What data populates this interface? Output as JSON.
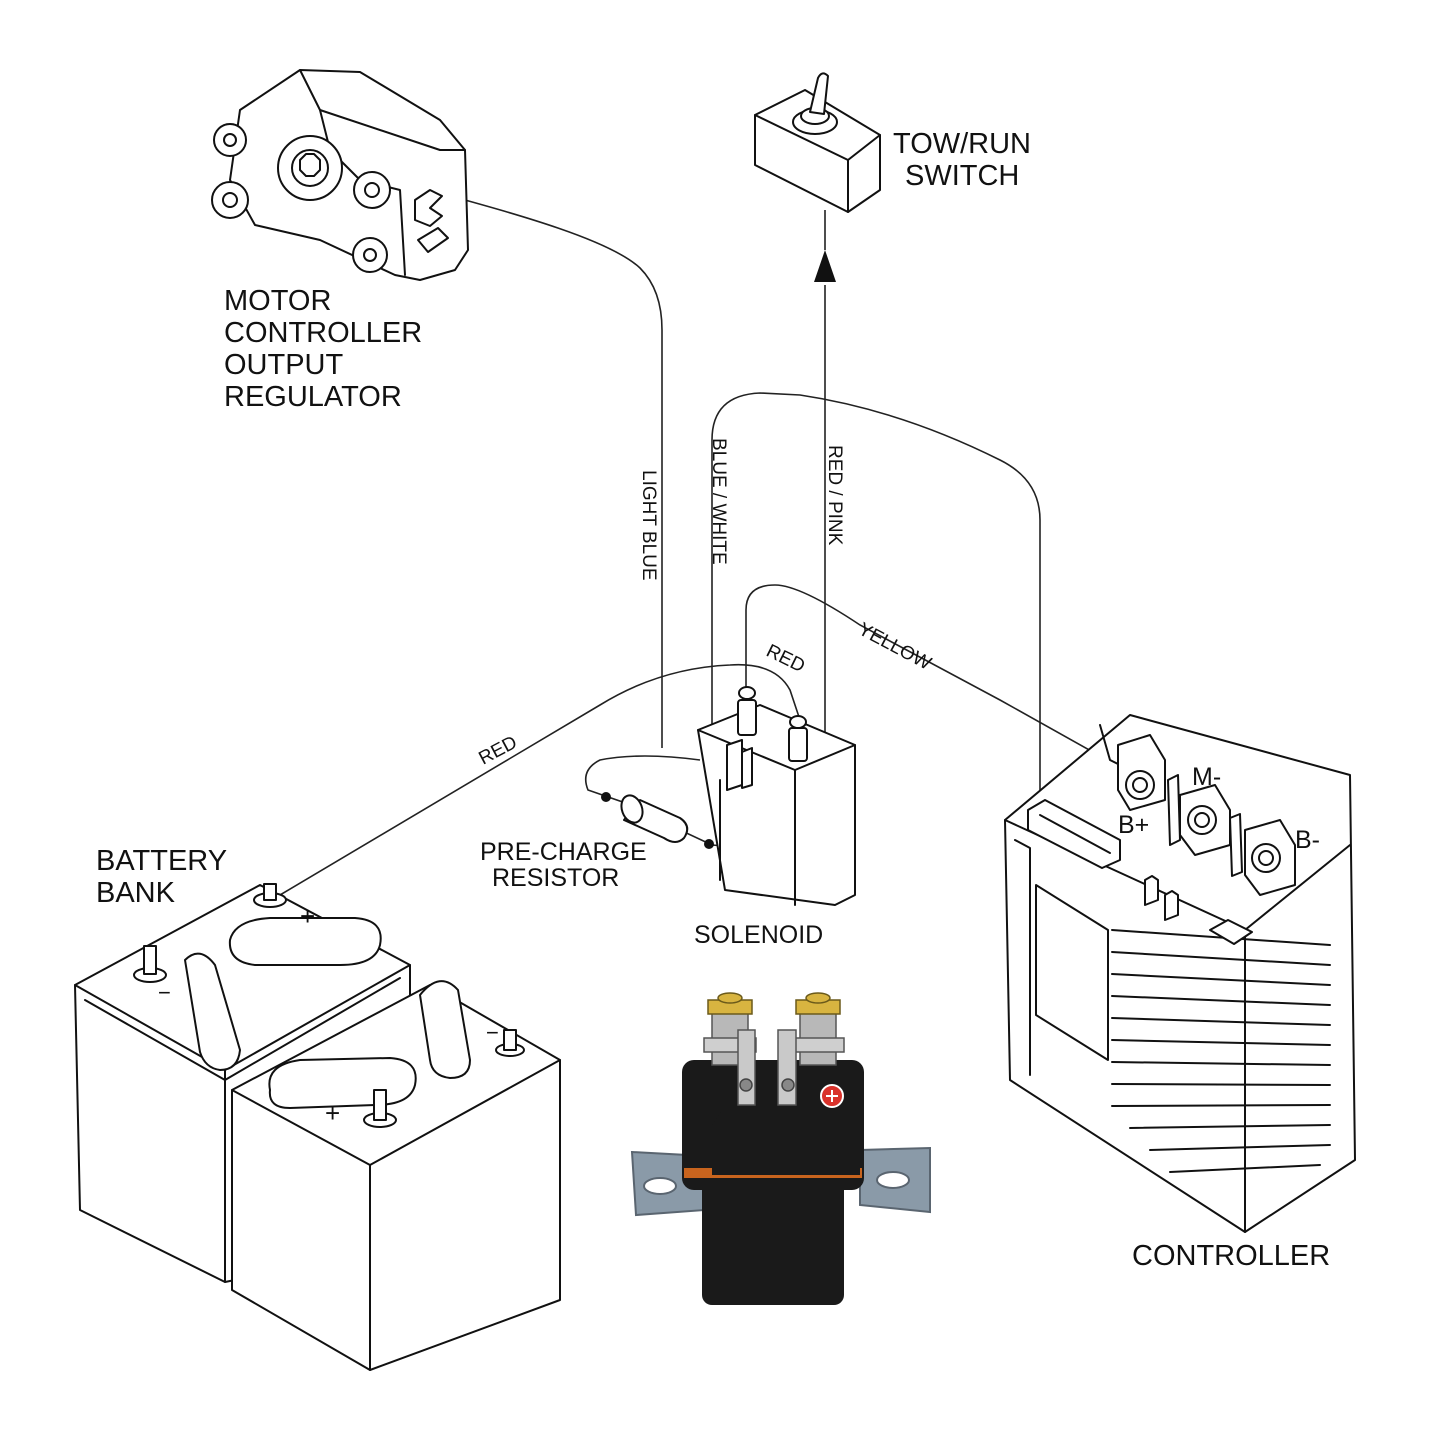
{
  "labels": {
    "motor_controller_regulator": [
      "MOTOR",
      "CONTROLLER",
      "OUTPUT",
      "REGULATOR"
    ],
    "tow_run_switch": [
      "TOW/RUN",
      "SWITCH"
    ],
    "battery_bank": [
      "BATTERY",
      "BANK"
    ],
    "pre_charge_resistor": [
      "PRE-CHARGE",
      "RESISTOR"
    ],
    "solenoid": "SOLENOID",
    "controller": "CONTROLLER"
  },
  "wires": {
    "light_blue": "LIGHT BLUE",
    "blue_white": "BLUE / WHITE",
    "red_pink": "RED / PINK",
    "yellow": "YELLOW",
    "red_upper": "RED",
    "red_lower": "RED"
  },
  "terminals": {
    "b_plus": "B+",
    "m_minus": "M-",
    "b_minus": "B-"
  },
  "polarity": {
    "plus": "+",
    "minus": "−"
  },
  "colors": {
    "solenoid_body": "#1a1a1a",
    "solenoid_band": "#c8641e",
    "bracket": "#8a9aa8",
    "badge_red": "#d9322b"
  }
}
